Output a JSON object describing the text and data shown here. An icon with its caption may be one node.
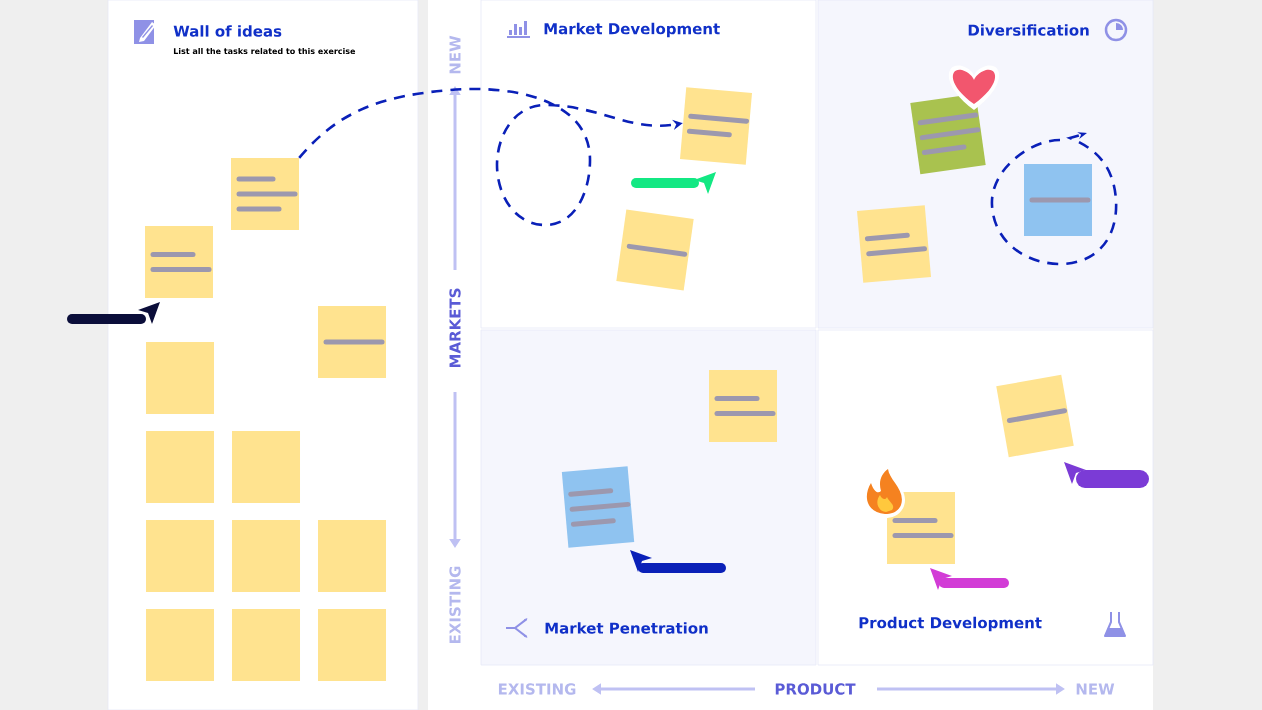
{
  "diagram": {
    "nodes": [
      {
        "text": [
          "Wall of ideas",
          "List all the tasks related to this exercise"
        ]
      },
      {
        "text": [],
        "shape": "box",
        "in": 0
      },
      {
        "text": [],
        "shape": "box",
        "in": 0
      },
      {
        "text": [],
        "shape": "box",
        "in": 0
      },
      {
        "text": [],
        "shape": "box",
        "in": 0
      },
      {
        "text": [],
        "shape": "box",
        "in": 0
      },
      {
        "text": [],
        "shape": "box",
        "in": 0
      },
      {
        "text": [],
        "shape": "box",
        "in": 0
      },
      {
        "text": [],
        "shape": "box",
        "in": 0
      },
      {
        "text": [],
        "shape": "box",
        "in": 0
      },
      {
        "text": [],
        "shape": "box",
        "in": 0
      },
      {
        "text": [],
        "shape": "box",
        "in": 0
      },
      {
        "text": [],
        "shape": "box",
        "in": 0
      },
      {
        "text": [
          "Market Development"
        ]
      },
      {
        "text": [],
        "shape": "box",
        "in": 13
      },
      {
        "text": [],
        "shape": "box",
        "in": 13
      },
      {
        "text": [
          "Diversification"
        ]
      },
      {
        "text": [],
        "shape": "box",
        "in": 16
      },
      {
        "text": [],
        "shape": "box",
        "in": 16
      },
      {
        "text": [],
        "shape": "box",
        "in": 16
      },
      {
        "text": [
          "Market Penetration"
        ]
      },
      {
        "text": [],
        "shape": "box",
        "in": 20
      },
      {
        "text": [],
        "shape": "box",
        "in": 20
      },
      {
        "text": [
          "Product Development"
        ]
      },
      {
        "text": [],
        "shape": "box",
        "in": 23
      },
      {
        "text": [],
        "shape": "box",
        "in": 23
      }
    ],
    "edges": [
      {
        "from": 1,
        "to": 14,
        "arrow": "to",
        "style": "dashed"
      }
    ],
    "labels": [
      "NEW",
      "MARKETS",
      "EXISTING",
      "EXISTING",
      "PRODUCT",
      "NEW"
    ]
  }
}
